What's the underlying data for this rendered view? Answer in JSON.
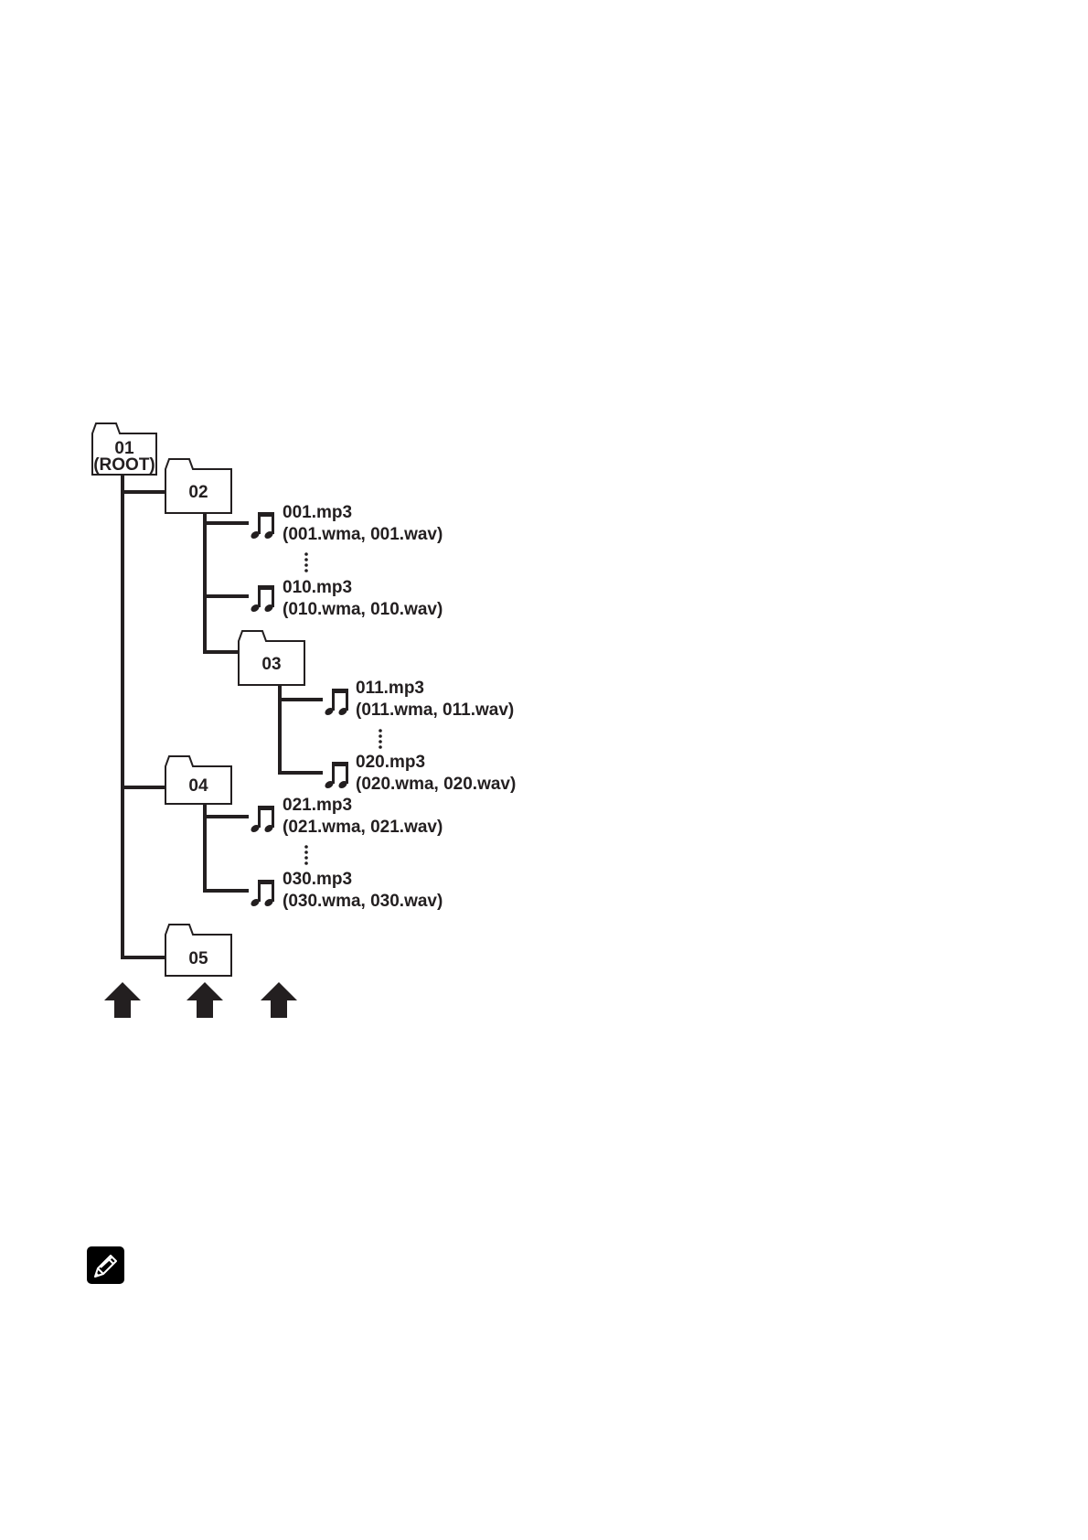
{
  "diagram": {
    "folders": [
      {
        "id": "01",
        "line1": "01",
        "line2": "(ROOT)"
      },
      {
        "id": "02",
        "line1": "02"
      },
      {
        "id": "03",
        "line1": "03"
      },
      {
        "id": "04",
        "line1": "04"
      },
      {
        "id": "05",
        "line1": "05"
      }
    ],
    "files": [
      {
        "folder": "02",
        "name": "001.mp3",
        "alt": "(001.wma, 001.wav)"
      },
      {
        "folder": "02",
        "name": "010.mp3",
        "alt": "(010.wma, 010.wav)"
      },
      {
        "folder": "03",
        "name": "011.mp3",
        "alt": "(011.wma, 011.wav)"
      },
      {
        "folder": "03",
        "name": "020.mp3",
        "alt": "(020.wma, 020.wav)"
      },
      {
        "folder": "04",
        "name": "021.mp3",
        "alt": "(021.wma, 021.wav)"
      },
      {
        "folder": "04",
        "name": "030.mp3",
        "alt": "(030.wma, 030.wav)"
      }
    ],
    "level_arrows": [
      "level-1",
      "level-2",
      "level-3"
    ],
    "icons": {
      "file": "music-note-icon",
      "folder": "folder-icon",
      "arrow": "up-arrow-icon",
      "note": "pencil-icon"
    }
  }
}
